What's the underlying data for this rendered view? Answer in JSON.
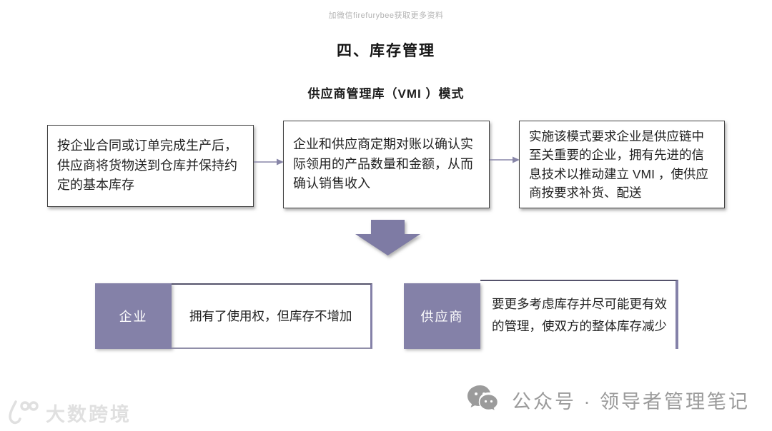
{
  "slide": {
    "watermark_top": "加微信firefurybee获取更多资料",
    "title": "四、库存管理",
    "subtitle": "供应商管理库（VMI ）模式"
  },
  "flow": {
    "boxes": [
      {
        "text": "按企业合同或订单完成生产后，供应商将货物送到仓库并保持约定的基本库存"
      },
      {
        "text": "企业和供应商定期对账以确认实际领用的产品数量和金额，从而确认销售收入"
      },
      {
        "text": "实施该模式要求企业是供应链中至关重要的企业，拥有先进的信息技术以推动建立 VMI ，使供应商按要求补货、配送"
      }
    ]
  },
  "outcomes": [
    {
      "label": "企业",
      "text": "拥有了使用权，但库存不增加"
    },
    {
      "label": "供应商",
      "text": "要更多考虑库存并尽可能更有效的管理，使双方的整体库存减少"
    }
  ],
  "footer": {
    "logo_text": "大数跨境",
    "credit": "公众号 · 领导者管理笔记"
  },
  "colors": {
    "accent_purple": "#8481a8",
    "arrow_purple": "#7e7ba4",
    "box_border": "#404040",
    "text_dark": "#222222",
    "footer_gray": "#9b9b9b",
    "watermark_gray": "#b3b3b3"
  }
}
